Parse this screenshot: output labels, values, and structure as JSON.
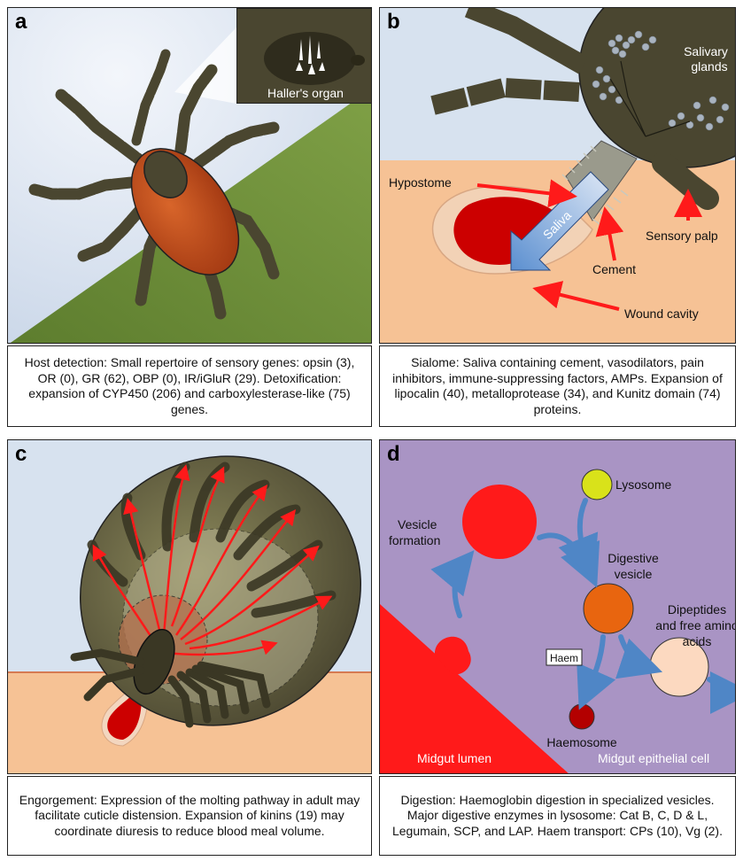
{
  "panels": {
    "a": {
      "label": "a",
      "inset_label": "Haller's organ",
      "caption": "Host detection: Small repertoire of sensory genes: opsin (3), OR (0), GR (62), OBP (0), IR/iGluR (29). Detoxification: expansion of CYP450 (206) and carboxylesterase-like (75) genes."
    },
    "b": {
      "label": "b",
      "salivary_glands": "Salivary glands",
      "hypostome": "Hypostome",
      "saliva": "Saliva",
      "cement": "Cement",
      "sensory_palp": "Sensory palp",
      "wound_cavity": "Wound cavity",
      "caption": "Sialome: Saliva containing cement, vasodilators, pain inhibitors, immune-suppressing factors, AMPs. Expansion of lipocalin (40), metalloprotease (34), and Kunitz domain (74) proteins."
    },
    "c": {
      "label": "c",
      "caption": "Engorgement: Expression of the molting pathway in adult may facilitate cuticle distension. Expansion of kinins (19) may coordinate diuresis to reduce blood meal volume."
    },
    "d": {
      "label": "d",
      "lysosome": "Lysosome",
      "vesicle_formation": "Vesicle formation",
      "digestive_vesicle": "Digestive vesicle",
      "haem": "Haem",
      "dipeptides": "Dipeptides and free amino acids",
      "haemosome": "Haemosome",
      "midgut_lumen": "Midgut lumen",
      "midgut_epithelial": "Midgut epithelial cell",
      "caption": "Digestion: Haemoglobin digestion in specialized vesicles. Major digestive enzymes in lysosome: Cat B, C, D & L, Legumain, SCP, and LAP. Haem transport: CPs (10), Vg (2)."
    }
  },
  "colors": {
    "tick_body": "#4a4630",
    "tick_scutum": "#c24d1c",
    "grass": "#6e8f3a",
    "sky": "#dde6f1",
    "skin": "#f6c295",
    "blood": "#cc0000",
    "arrow_red": "#ff1a1a",
    "arrow_blue": "#4f86c6",
    "cell_purple": "#a994c4",
    "lysosome": "#d9e21a",
    "digestive_vesicle": "#e8650f",
    "dipeptide_vesicle": "#fcd9c0",
    "haemosome": "#b30000"
  }
}
